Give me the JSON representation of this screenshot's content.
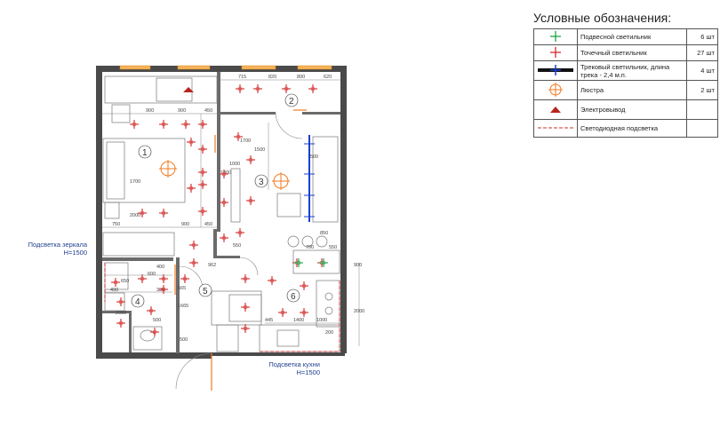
{
  "legend": {
    "title": "Условные обозначения:",
    "rows": [
      {
        "symbol": "cross-green-icon",
        "color": "#1aa34a",
        "label": "Подвесной светильник",
        "qty": "6 шт"
      },
      {
        "symbol": "cross-red-icon",
        "color": "#d22b2b",
        "label": "Точечный светильник",
        "qty": "27 шт"
      },
      {
        "symbol": "track-light-icon",
        "color": "#1a3fd0",
        "label": "Трековый светильник, длина трека - 2,4 м.п.",
        "qty": "4 шт"
      },
      {
        "symbol": "chandelier-icon",
        "color": "#f07a21",
        "label": "Люстра",
        "qty": "2 шт"
      },
      {
        "symbol": "electric-outlet-icon",
        "color": "#b5261e",
        "label": "Электровывод",
        "qty": ""
      },
      {
        "symbol": "led-strip-icon",
        "color": "#c9302c",
        "label": "Светодиодная подсветка",
        "qty": ""
      }
    ]
  },
  "notes": {
    "mirror": [
      "Подсветка зеркала",
      "H=1500"
    ],
    "kitchen": [
      "Подсветка кухни",
      "H=1500"
    ]
  },
  "rooms": [
    "1",
    "2",
    "3",
    "4",
    "5",
    "6"
  ],
  "dimensions": [
    "715",
    "820",
    "800",
    "620",
    "900",
    "900",
    "450",
    "1700",
    "1300",
    "750",
    "2000",
    "900",
    "450",
    "550",
    "1500",
    "850",
    "700",
    "550",
    "400",
    "600",
    "650",
    "490",
    "330",
    "500",
    "2050",
    "565",
    "962",
    "2000",
    "500",
    "445",
    "1400",
    "1000",
    "200",
    "900",
    "1665",
    "1700",
    "1000",
    "1500"
  ],
  "colors": {
    "wall": "#4a4a4a",
    "red": "#d22b2b",
    "green": "#1aa34a",
    "blue": "#1a3fd0",
    "orange": "#f07a21"
  }
}
